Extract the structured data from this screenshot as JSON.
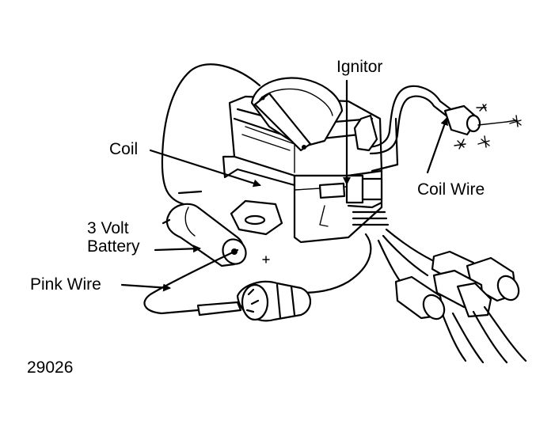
{
  "labels": {
    "ignitor": "Ignitor",
    "coil": "Coil",
    "coil_wire": "Coil Wire",
    "battery_line1": "3 Volt",
    "battery_line2": "Battery",
    "pink_wire": "Pink Wire",
    "figure_number": "29026"
  },
  "colors": {
    "ink": "#000000",
    "background": "#ffffff"
  }
}
